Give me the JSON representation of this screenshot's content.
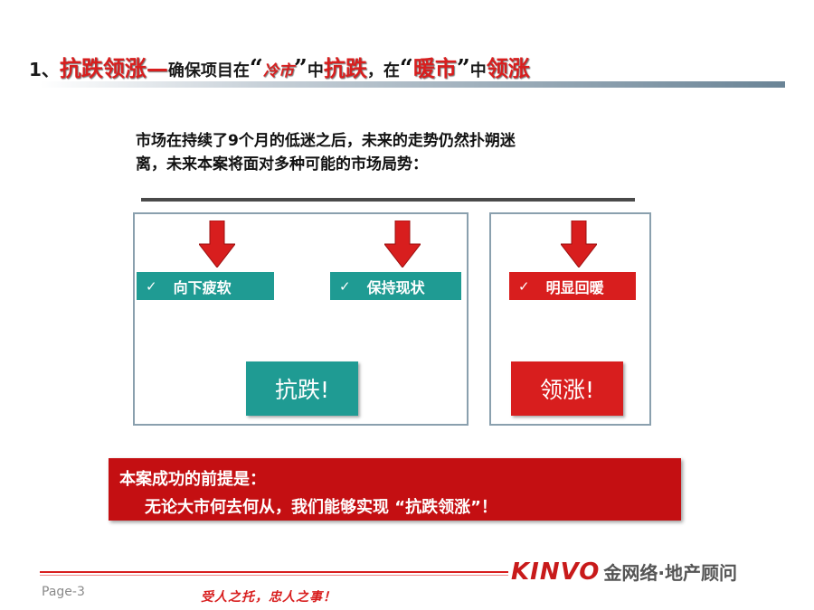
{
  "title": {
    "number": "1、",
    "part1": "抗跌领涨",
    "dash": "—",
    "part2": "确保项目在",
    "quote_open": "“",
    "cold_market": "冷市",
    "quote_close": "”",
    "part3": "中",
    "part4": "抗跌",
    "part5": "，在",
    "quote_open2": "“",
    "warm_market": "暖市",
    "quote_close2": "”",
    "part6": "中",
    "part7": "领涨"
  },
  "intro": {
    "line1": "市场在持续了9个月的低迷之后，未来的走势仍然扑朔迷",
    "line2": "离，未来本案将面对多种可能的市场局势："
  },
  "scenarios": [
    {
      "check": "✓",
      "label": "向下疲软",
      "color": "#1f9b93"
    },
    {
      "check": "✓",
      "label": "保持现状",
      "color": "#1f9b93"
    },
    {
      "check": "✓",
      "label": "明显回暖",
      "color": "#d81e1e"
    }
  ],
  "results": {
    "resist": "抗跌!",
    "lead": "领涨!"
  },
  "premise": {
    "line1": "本案成功的前提是：",
    "line2": "无论大市何去何从，我们能够实现 “抗跌领涨”！"
  },
  "footer": {
    "page": "Page-3",
    "slogan": "受人之托，忠人之事！",
    "brand_logo": "KINVO",
    "brand_cn": "金网络·地产顾问"
  },
  "colors": {
    "accent_red": "#d81e1e",
    "teal": "#1f9b93",
    "premise_red": "#c40f12"
  }
}
